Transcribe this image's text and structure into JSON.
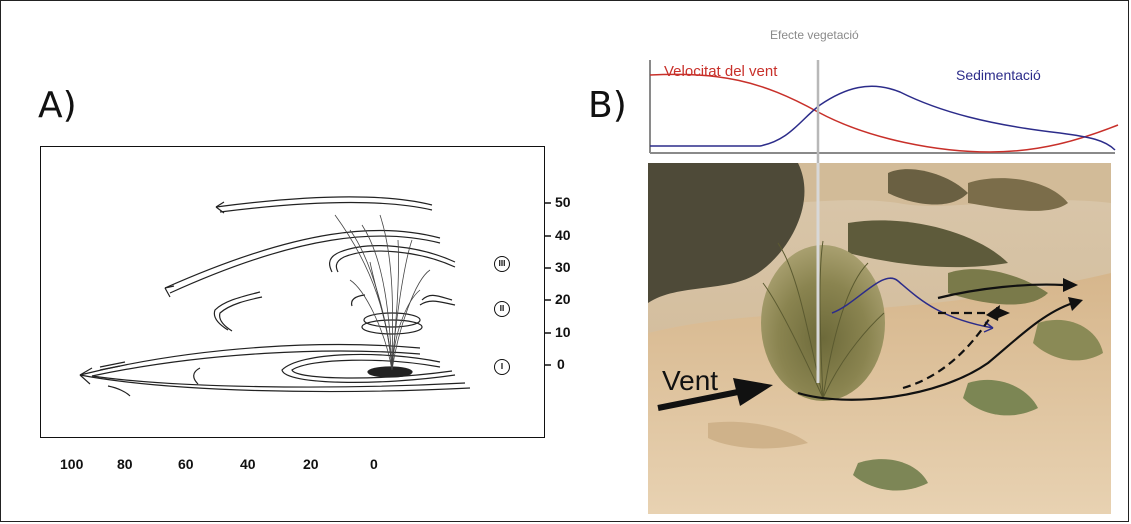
{
  "panel_a": {
    "label": "A)",
    "x_ticks": [
      "100",
      "80",
      "60",
      "40",
      "20",
      "0"
    ],
    "y_ticks": [
      "50",
      "40",
      "30",
      "20",
      "10",
      "0"
    ],
    "zones": [
      "III",
      "II",
      "I"
    ]
  },
  "panel_b": {
    "label": "B)",
    "title": "Efecte vegetació",
    "wind_label": "Velocitat del vent",
    "sediment_label": "Sedimentació",
    "vent_label": "Vent"
  },
  "colors": {
    "wind": "#c8302a",
    "sediment": "#2c2c8a",
    "divider": "#b8b8b8",
    "axis": "#8a8a8a"
  }
}
